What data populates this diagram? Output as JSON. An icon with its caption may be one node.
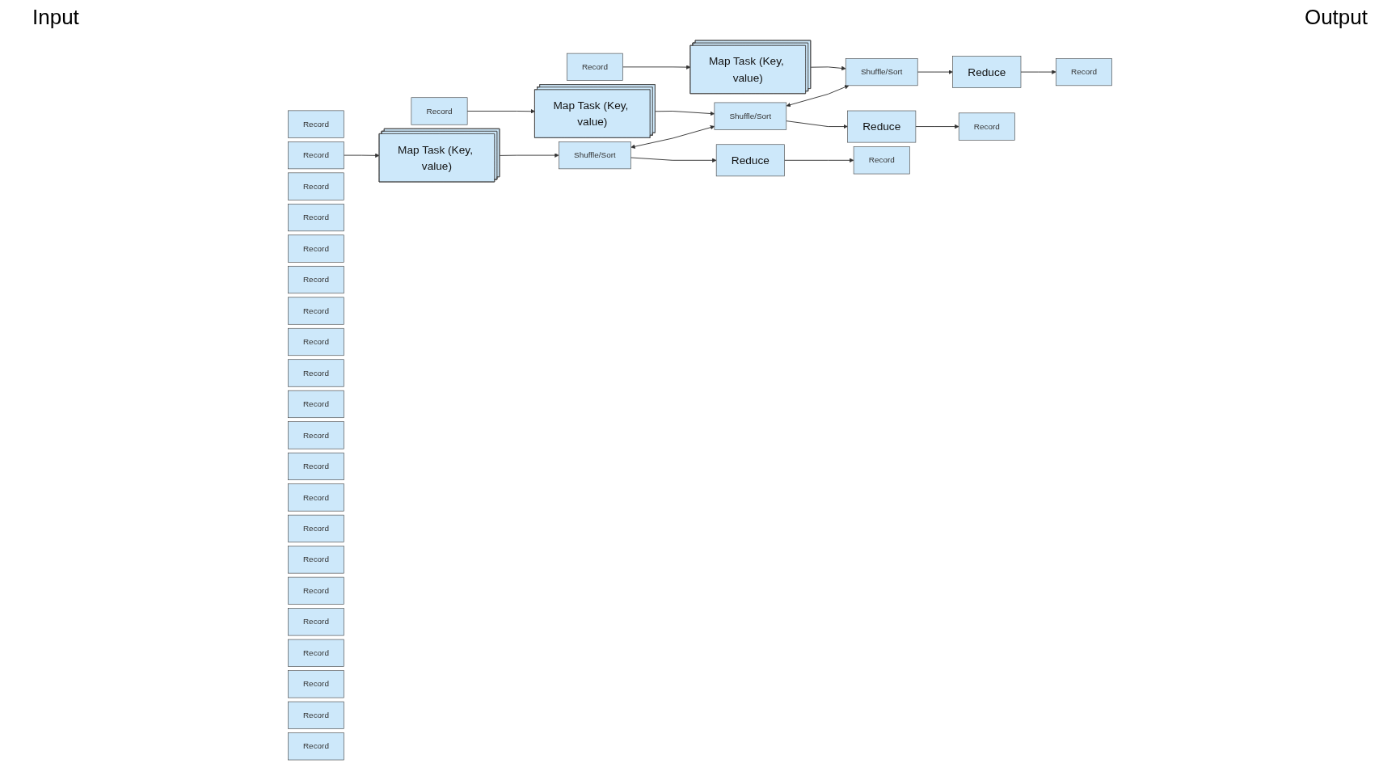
{
  "diagram": {
    "nodes": [
      {
        "text": [
          "Record"
        ]
      },
      {
        "text": [
          "Record"
        ]
      },
      {
        "text": [
          "Record"
        ]
      },
      {
        "text": [
          "Record"
        ]
      },
      {
        "text": [
          "Record"
        ]
      },
      {
        "text": [
          "Record"
        ]
      },
      {
        "text": [
          "Record"
        ]
      },
      {
        "text": [
          "Record"
        ]
      },
      {
        "text": [
          "Record"
        ]
      },
      {
        "text": [
          "Record"
        ]
      },
      {
        "text": [
          "Record"
        ]
      },
      {
        "text": [
          "Record"
        ]
      },
      {
        "text": [
          "Record"
        ]
      },
      {
        "text": [
          "Record"
        ]
      },
      {
        "text": [
          "Record"
        ]
      },
      {
        "text": [
          "Record"
        ]
      },
      {
        "text": [
          "Map Task (Key, value)"
        ]
      },
      {
        "text": [
          "Shuffle/Sort"
        ]
      },
      {
        "text": [
          "Reduce"
        ]
      },
      {
        "text": [
          "Record"
        ]
      },
      {
        "text": [
          "Record"
        ]
      },
      {
        "text": [
          "Record"
        ]
      },
      {
        "text": [
          "Record"
        ]
      },
      {
        "text": [
          "Record"
        ]
      },
      {
        "text": [
          "Map Task (Key, value)"
        ]
      },
      {
        "text": [
          "Shuffle/Sort"
        ]
      },
      {
        "text": [
          "Reduce"
        ]
      },
      {
        "text": [
          "Record"
        ]
      },
      {
        "text": [
          "Record"
        ]
      },
      {
        "text": [
          "Record"
        ]
      },
      {
        "text": [
          "Map Task (Key, value)"
        ]
      },
      {
        "text": [
          "Shuffle/Sort"
        ]
      },
      {
        "text": [
          "Reduce"
        ]
      },
      {
        "text": [
          "Record"
        ]
      },
      {
        "text": [
          "Record"
        ]
      }
    ],
    "edges": [
      {
        "from": 1,
        "to": 16,
        "arrow": "to"
      },
      {
        "from": 7,
        "to": 24,
        "arrow": "to"
      },
      {
        "from": 13,
        "to": 30,
        "arrow": "to"
      },
      {
        "from": 16,
        "to": 17,
        "arrow": "to"
      },
      {
        "from": 24,
        "to": 25,
        "arrow": "to"
      },
      {
        "from": 30,
        "to": 31,
        "arrow": "to"
      },
      {
        "from": 17,
        "to": 25,
        "arrow": "both"
      },
      {
        "from": 25,
        "to": 31,
        "arrow": "both"
      },
      {
        "from": 17,
        "to": 18,
        "arrow": "to"
      },
      {
        "from": 25,
        "to": 26,
        "arrow": "to"
      },
      {
        "from": 31,
        "to": 32,
        "arrow": "to"
      },
      {
        "from": 18,
        "to": 21,
        "arrow": "to"
      },
      {
        "from": 26,
        "to": 28,
        "arrow": "to"
      },
      {
        "from": 32,
        "to": 33,
        "arrow": "to"
      }
    ],
    "labels": [
      "Input",
      "Output"
    ]
  }
}
